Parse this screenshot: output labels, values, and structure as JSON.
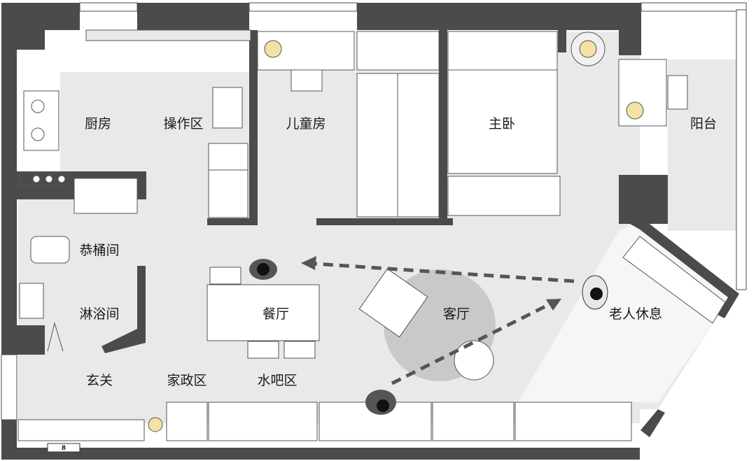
{
  "rooms": {
    "kitchen": "厨房",
    "prep_area": "操作区",
    "kids_room": "儿童房",
    "master_bedroom": "主卧",
    "balcony": "阳台",
    "toilet_room": "恭桶间",
    "shower_room": "淋浴间",
    "dining_room": "餐厅",
    "living_room": "客厅",
    "elder_rest": "老人休息",
    "entrance": "玄关",
    "housework_area": "家政区",
    "water_bar": "水吧区"
  },
  "door_tag": "8",
  "colors": {
    "wall": "#4b4b4b",
    "floor": "#e8e8e8",
    "rug": "#c9c9c9",
    "arrow": "#555555",
    "lamp": "#f3e2a6"
  }
}
